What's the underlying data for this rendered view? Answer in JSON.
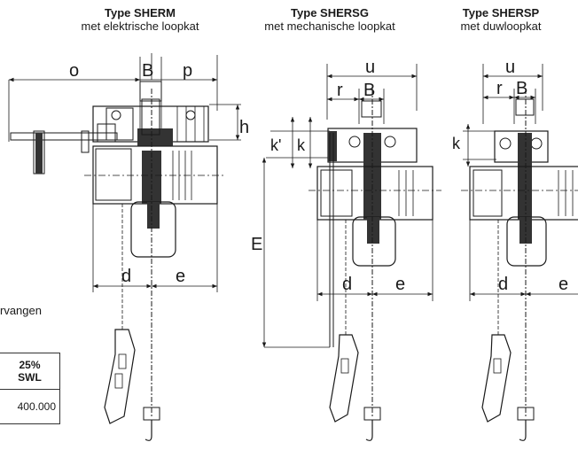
{
  "variants": [
    {
      "type": "Type SHERM",
      "desc": "met elektrische loopkat"
    },
    {
      "type": "Type SHERSG",
      "desc": "met mechanische loopkat"
    },
    {
      "type": "Type SHERSP",
      "desc": "met duwloopkat"
    }
  ],
  "dimensions": {
    "o": "o",
    "B": "B",
    "p": "p",
    "h": "h",
    "d": "d",
    "e": "e",
    "u": "u",
    "r": "r",
    "k": "k",
    "k_prime": "k'",
    "E": "E"
  },
  "left_fragment": {
    "text": "rvangen",
    "table_header_line1": "25%",
    "table_header_line2": "SWL",
    "table_value": "400.000"
  },
  "colors": {
    "line": "#1a1a1a",
    "fill_body": "#ffffff",
    "fill_dark": "#333333"
  }
}
